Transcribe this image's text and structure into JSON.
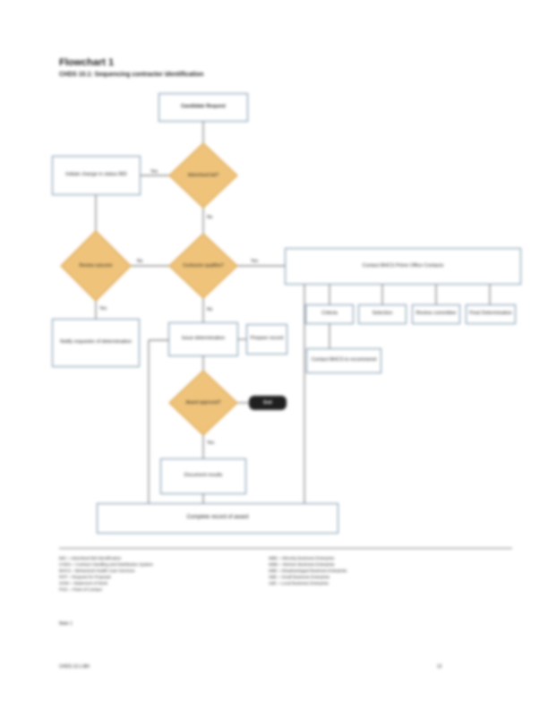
{
  "header": {
    "title": "Flowchart 1",
    "subtitle": "CHDS 10.1: Sequencing contractor identification"
  },
  "nodes": {
    "start": "Candidate Request",
    "decision_top": "Advertised bid?",
    "left_box": "Initiate change in status BID",
    "decision_left": "Review outcome",
    "decision_mid": "Contractor qualifies?",
    "right_wide": "Contact BHCS Prime Office Contacts",
    "r1": "Criteria",
    "r2": "Selection",
    "r3": "Review committee",
    "r4": "Final Determination",
    "below_r1": "Contact BHCS to recommend",
    "left_low_box": "Notify requestor of determination",
    "mid_box": "Issue determination",
    "side_box": "Prepare record",
    "decision_bottom": "Award approved?",
    "end_pill": "End",
    "bottom_box": "Document results",
    "wide_bottom": "Complete record of award"
  },
  "edges": {
    "top_left": "Yes",
    "top_down": "No",
    "mid_left": "No",
    "mid_right": "Yes",
    "left_down": "Yes",
    "mid_down": "No",
    "bottom_down": "Yes"
  },
  "legend_left": [
    "BID = Advertised Bid Identification",
    "CHDS = Contract Handling and Distribution System",
    "BHCS = Behavioral Health Care Services",
    "RFP = Request for Proposal",
    "SOW = Statement of Work",
    "POC = Point of Contact"
  ],
  "legend_right": [
    "MBE = Minority Business Enterprise",
    "WBE = Women Business Enterprise",
    "DBE = Disadvantaged Business Enterprise",
    "SBE = Small Business Enterprise",
    "LBE = Local Business Enterprise"
  ],
  "footer": {
    "note": "Note 1",
    "left": "CHDS 10.1-BH",
    "page": "12"
  },
  "colors": {
    "diamond_fill": "#efc37a",
    "diamond_stroke": "#d79a3c",
    "box_border": "#6a8aa4"
  }
}
